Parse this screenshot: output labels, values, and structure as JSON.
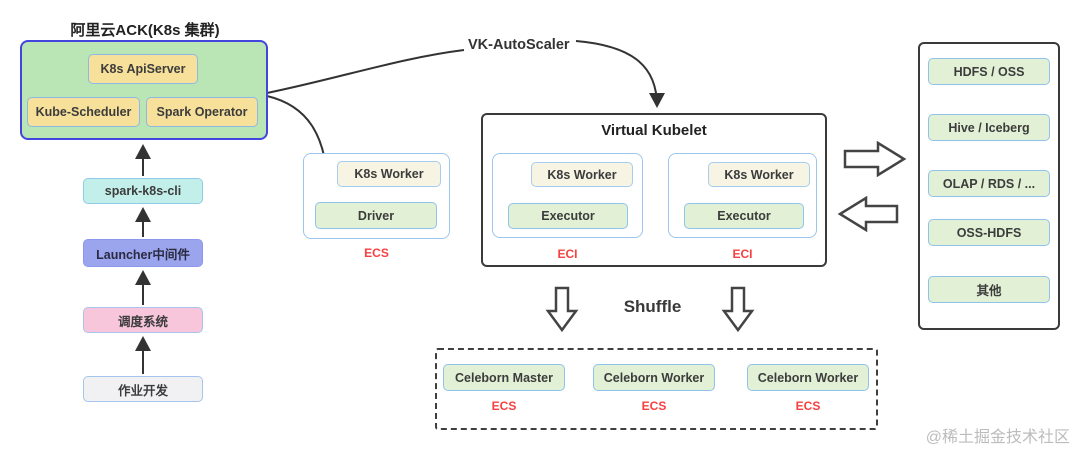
{
  "colors": {
    "ack_border": "#4345de",
    "ack_fill": "#b9e6b4",
    "yellow_fill": "#f6e09a",
    "cyan_fill": "#c2efe9",
    "purple_fill": "#9aa5ee",
    "pink_fill": "#f7c6db",
    "gray_fill": "#f1f1f4",
    "cream_fill": "#f7f4e3",
    "green_fill": "#e2f1d5",
    "node_border_blue": "#9cc6ed",
    "outline_dark": "#3a3a3a",
    "tag_red": "#f74040",
    "watermark_gray": "#bcbcbc"
  },
  "ack": {
    "title": "阿里云ACK(K8s 集群)",
    "api_server": "K8s ApiServer",
    "kube_scheduler": "Kube-Scheduler",
    "spark_operator": "Spark Operator"
  },
  "pipeline": {
    "spark_k8s_cli": "spark-k8s-cli",
    "launcher": "Launcher中间件",
    "scheduler": "调度系统",
    "job_dev": "作业开发"
  },
  "vk_autoscaler_label": "VK-AutoScaler",
  "ecs_driver_node": {
    "worker": "K8s Worker",
    "driver": "Driver",
    "tag": "ECS"
  },
  "virtual_kubelet": {
    "title": "Virtual Kubelet",
    "nodes": [
      {
        "worker": "K8s Worker",
        "executor": "Executor",
        "tag": "ECI"
      },
      {
        "worker": "K8s Worker",
        "executor": "Executor",
        "tag": "ECI"
      }
    ]
  },
  "storage": {
    "items": [
      "HDFS / OSS",
      "Hive / Iceberg",
      "OLAP / RDS / ...",
      "OSS-HDFS",
      "其他"
    ]
  },
  "shuffle_label": "Shuffle",
  "celeborn_cluster": {
    "nodes": [
      {
        "label": "Celeborn Master",
        "tag": "ECS"
      },
      {
        "label": "Celeborn Worker",
        "tag": "ECS"
      },
      {
        "label": "Celeborn Worker",
        "tag": "ECS"
      }
    ]
  },
  "watermark": "@稀土掘金技术社区"
}
